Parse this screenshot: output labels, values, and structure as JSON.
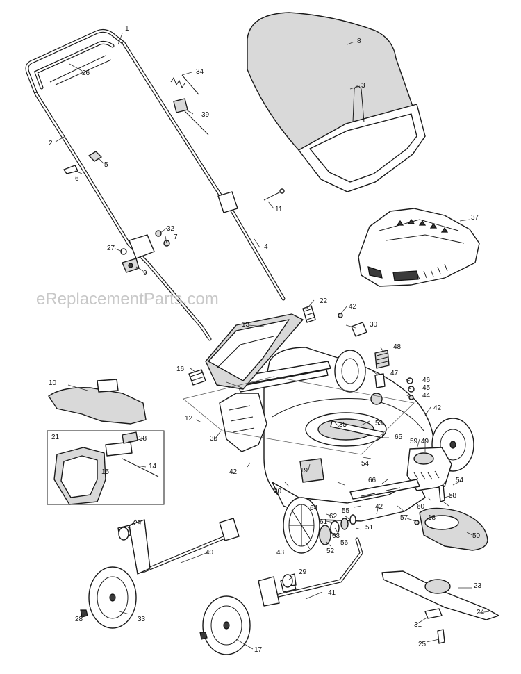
{
  "watermark": "eReplacementParts.com",
  "callouts": [
    "1",
    "2",
    "3",
    "4",
    "5",
    "6",
    "7",
    "8",
    "9",
    "10",
    "11",
    "12",
    "13",
    "14",
    "15",
    "16",
    "17",
    "18",
    "19",
    "20",
    "21",
    "22",
    "23",
    "24",
    "25",
    "26",
    "27",
    "28",
    "29",
    "29",
    "30",
    "31",
    "32",
    "33",
    "34",
    "35",
    "36",
    "37",
    "38",
    "39",
    "40",
    "41",
    "42",
    "42",
    "42",
    "42",
    "43",
    "44",
    "45",
    "46",
    "47",
    "48",
    "49",
    "50",
    "51",
    "52",
    "53",
    "54",
    "54",
    "55",
    "56",
    "57",
    "58",
    "59",
    "60",
    "61",
    "62",
    "63",
    "64",
    "65",
    "66"
  ]
}
